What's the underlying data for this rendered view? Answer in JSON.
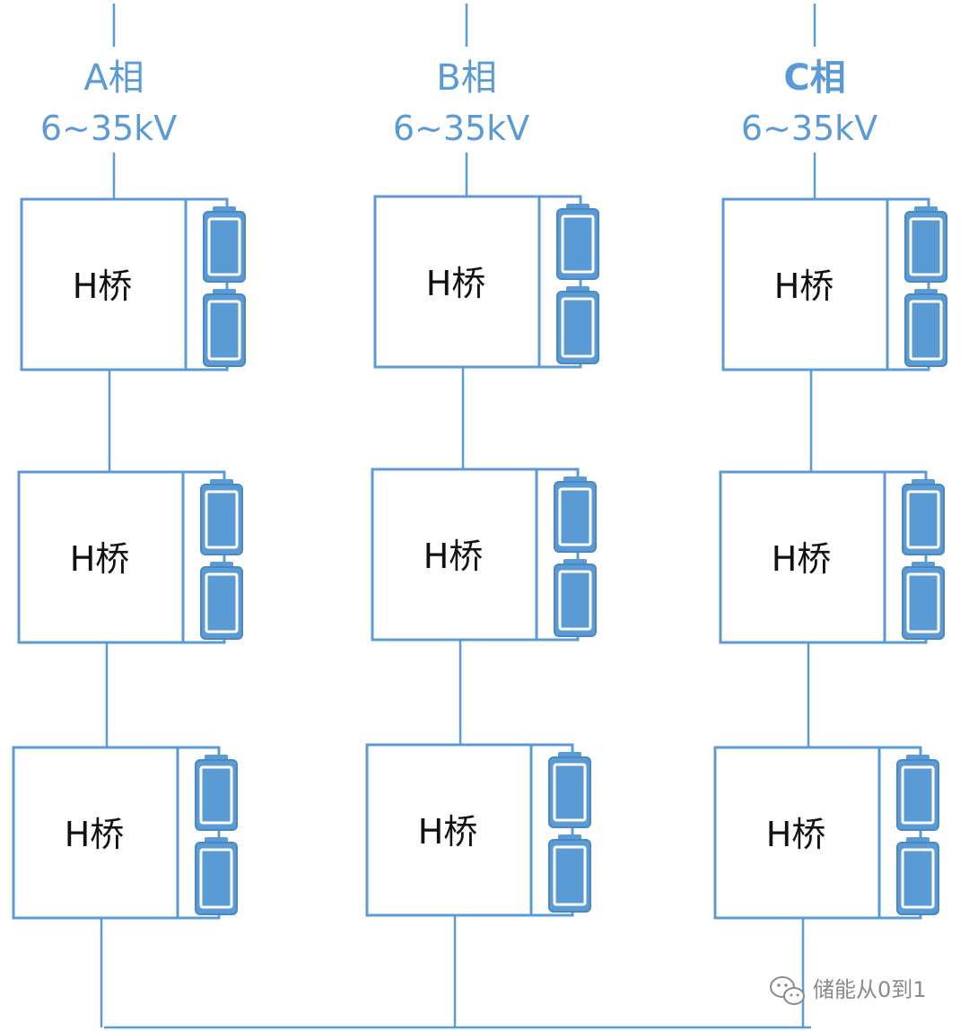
{
  "phases": [
    {
      "name": "A相",
      "voltage": "6~35kV",
      "bold": false,
      "modules": [
        "H桥",
        "H桥",
        "H桥"
      ]
    },
    {
      "name": "B相",
      "voltage": "6~35kV",
      "bold": false,
      "modules": [
        "H桥",
        "H桥",
        "H桥"
      ]
    },
    {
      "name": "C相",
      "voltage": "6~35kV",
      "bold": true,
      "modules": [
        "H桥",
        "H桥",
        "H桥"
      ]
    }
  ],
  "watermark": {
    "text": "储能从0到1",
    "icon": "wechat-icon"
  },
  "colors": {
    "line": "#5b9bd5",
    "battery": "#5b9bd5",
    "label": "#111111",
    "watermark": "#8a8a8a"
  }
}
